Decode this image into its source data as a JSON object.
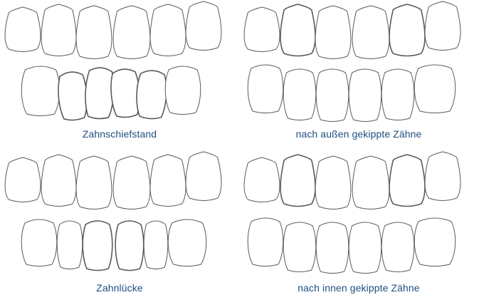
{
  "colors": {
    "caption": "#1f4f82",
    "tooth_outline": "#5a5a5a",
    "highlight_stroke": "#c4631a",
    "highlight_hatch": "#e2aa8a"
  },
  "panels": [
    {
      "caption": "Zahnschiefstand",
      "highlighted": {
        "upper": [],
        "lower": [
          1,
          2,
          3,
          4
        ]
      }
    },
    {
      "caption": "nach außen gekippte Zähne",
      "highlighted": {
        "upper": [
          1,
          4
        ],
        "lower": []
      }
    },
    {
      "caption": "Zahnlücke",
      "highlighted": {
        "upper": [],
        "lower": [
          2,
          3
        ]
      }
    },
    {
      "caption": "nach innen gekippte Zähne",
      "highlighted": {
        "upper": [
          1,
          4
        ],
        "lower": []
      }
    }
  ]
}
